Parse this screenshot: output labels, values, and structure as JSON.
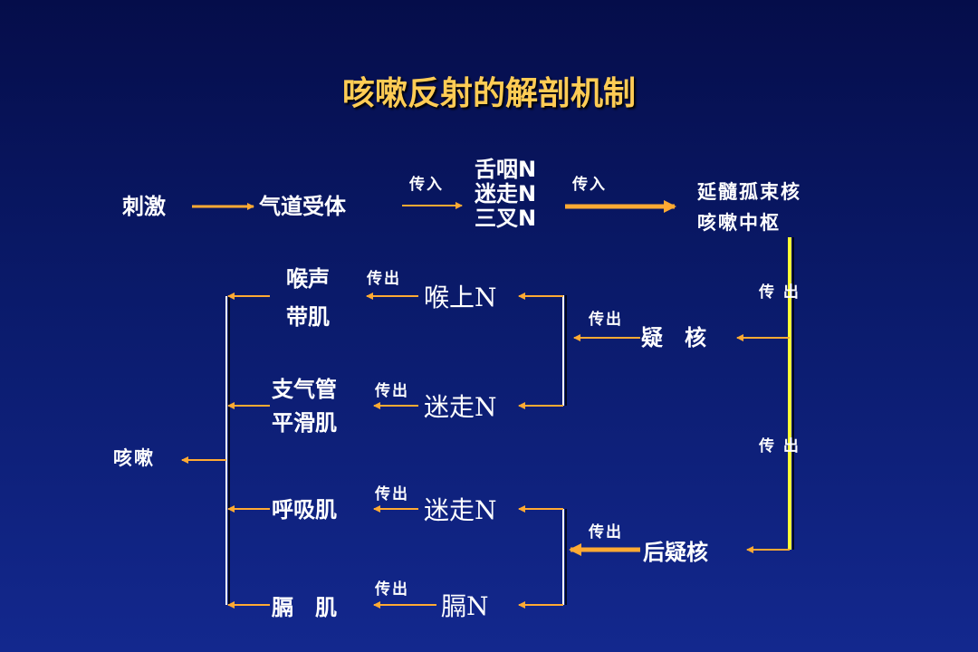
{
  "title": "咳嗽反射的解剖机制",
  "nodes": {
    "stimulus": "刺激",
    "receptor": "气道受体",
    "nerve_glosso": "舌咽N",
    "nerve_vagus_in": "迷走N",
    "nerve_trigeminal": "三叉N",
    "center_line1": "延髓孤束核",
    "center_line2": "咳嗽中枢",
    "nucleus_ambiguus": "疑　核",
    "post_nucleus": "后疑核",
    "nerve_laryngeal": "喉上N",
    "nerve_vagus_out1": "迷走N",
    "nerve_vagus_out2": "迷走N",
    "nerve_phrenic": "膈N",
    "laryngeal_muscle_line1": "喉声",
    "laryngeal_muscle_line2": "带肌",
    "bronchial_muscle_line1": "支气管",
    "bronchial_muscle_line2": "平滑肌",
    "respiratory_muscle": "呼吸肌",
    "diaphragm": "膈　肌",
    "cough": "咳嗽"
  },
  "labels": {
    "afferent1": "传入",
    "afferent2": "传入",
    "efferent_center1": "传 出",
    "efferent_center2": "传 出",
    "efferent_ambiguus": "传出",
    "efferent_post": "传出",
    "efferent_larynx": "传出",
    "efferent_bronchi": "传出",
    "efferent_resp": "传出",
    "efferent_diaphragm": "传出"
  },
  "colors": {
    "title": "#ffcc55",
    "arrow": "#ffaa33",
    "main_line": "#ffff33",
    "bracket": "#ffffff"
  }
}
